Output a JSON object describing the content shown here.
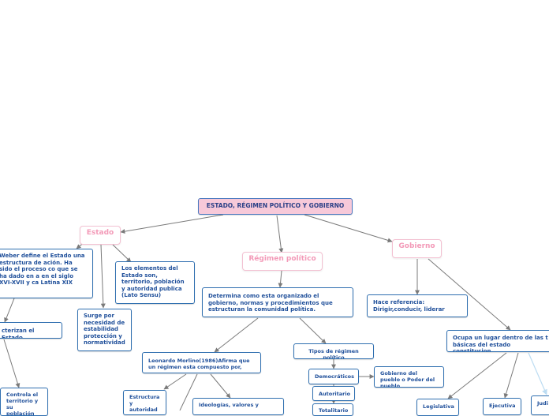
{
  "root": "ESTADO, RÉGIMEN POLÍTICO Y GOBIERNO",
  "branches": {
    "estado": "Estado",
    "regimen": "Régimen político",
    "gobierno": "Gobierno"
  },
  "estado_nodes": {
    "weber": "Weber define el Estado una estructura de ación. Ha sido el proceso co que se ha dado en a en el siglo XVI-XVII y ca Latina XIX",
    "elementos": "Los elementos del Estado son, territorio, población y autoridad publica (Lato Sensu)",
    "surge": "Surge por necesidad de estabilidad protección y normatividad",
    "caracterizan": "cterizan el Estado",
    "controla": "Controla el territorio y su población"
  },
  "regimen_nodes": {
    "determina": "Determina como esta organizado el gobierno, normas y procedimientos que estructuran la comunidad política.",
    "morlino": "Leonardo Morlino(1986)Afirma que un régimen esta compuesto por,",
    "estructura": "Estructura y autoridad",
    "ideologias": "Ideologías, valores y",
    "tipos": "Tipos de régimen político",
    "democraticos": "Democráticos",
    "gobierno_pueblo": "Gobierno del pueblo o Poder del pueblo",
    "autoritario": "Autoritario",
    "totalitario": "Totalitario"
  },
  "gobierno_nodes": {
    "referencia": "Hace referencia: Dirigir,conducir, liderar",
    "ocupa": "Ocupa un lugar dentro de las  t básicas del estado constitucion",
    "legislativa": "Legislativa",
    "ejecutiva": "Ejecutiva",
    "judicial": "Judi"
  },
  "colors": {
    "node_border": "#2f6fb0",
    "node_text": "#1f4f9a",
    "root_fill": "#f7c9d9",
    "branch_border": "#f3c1d2",
    "branch_text": "#f39ab8",
    "connector": "#7a7a7a",
    "light_connector": "#bcdcf2"
  }
}
